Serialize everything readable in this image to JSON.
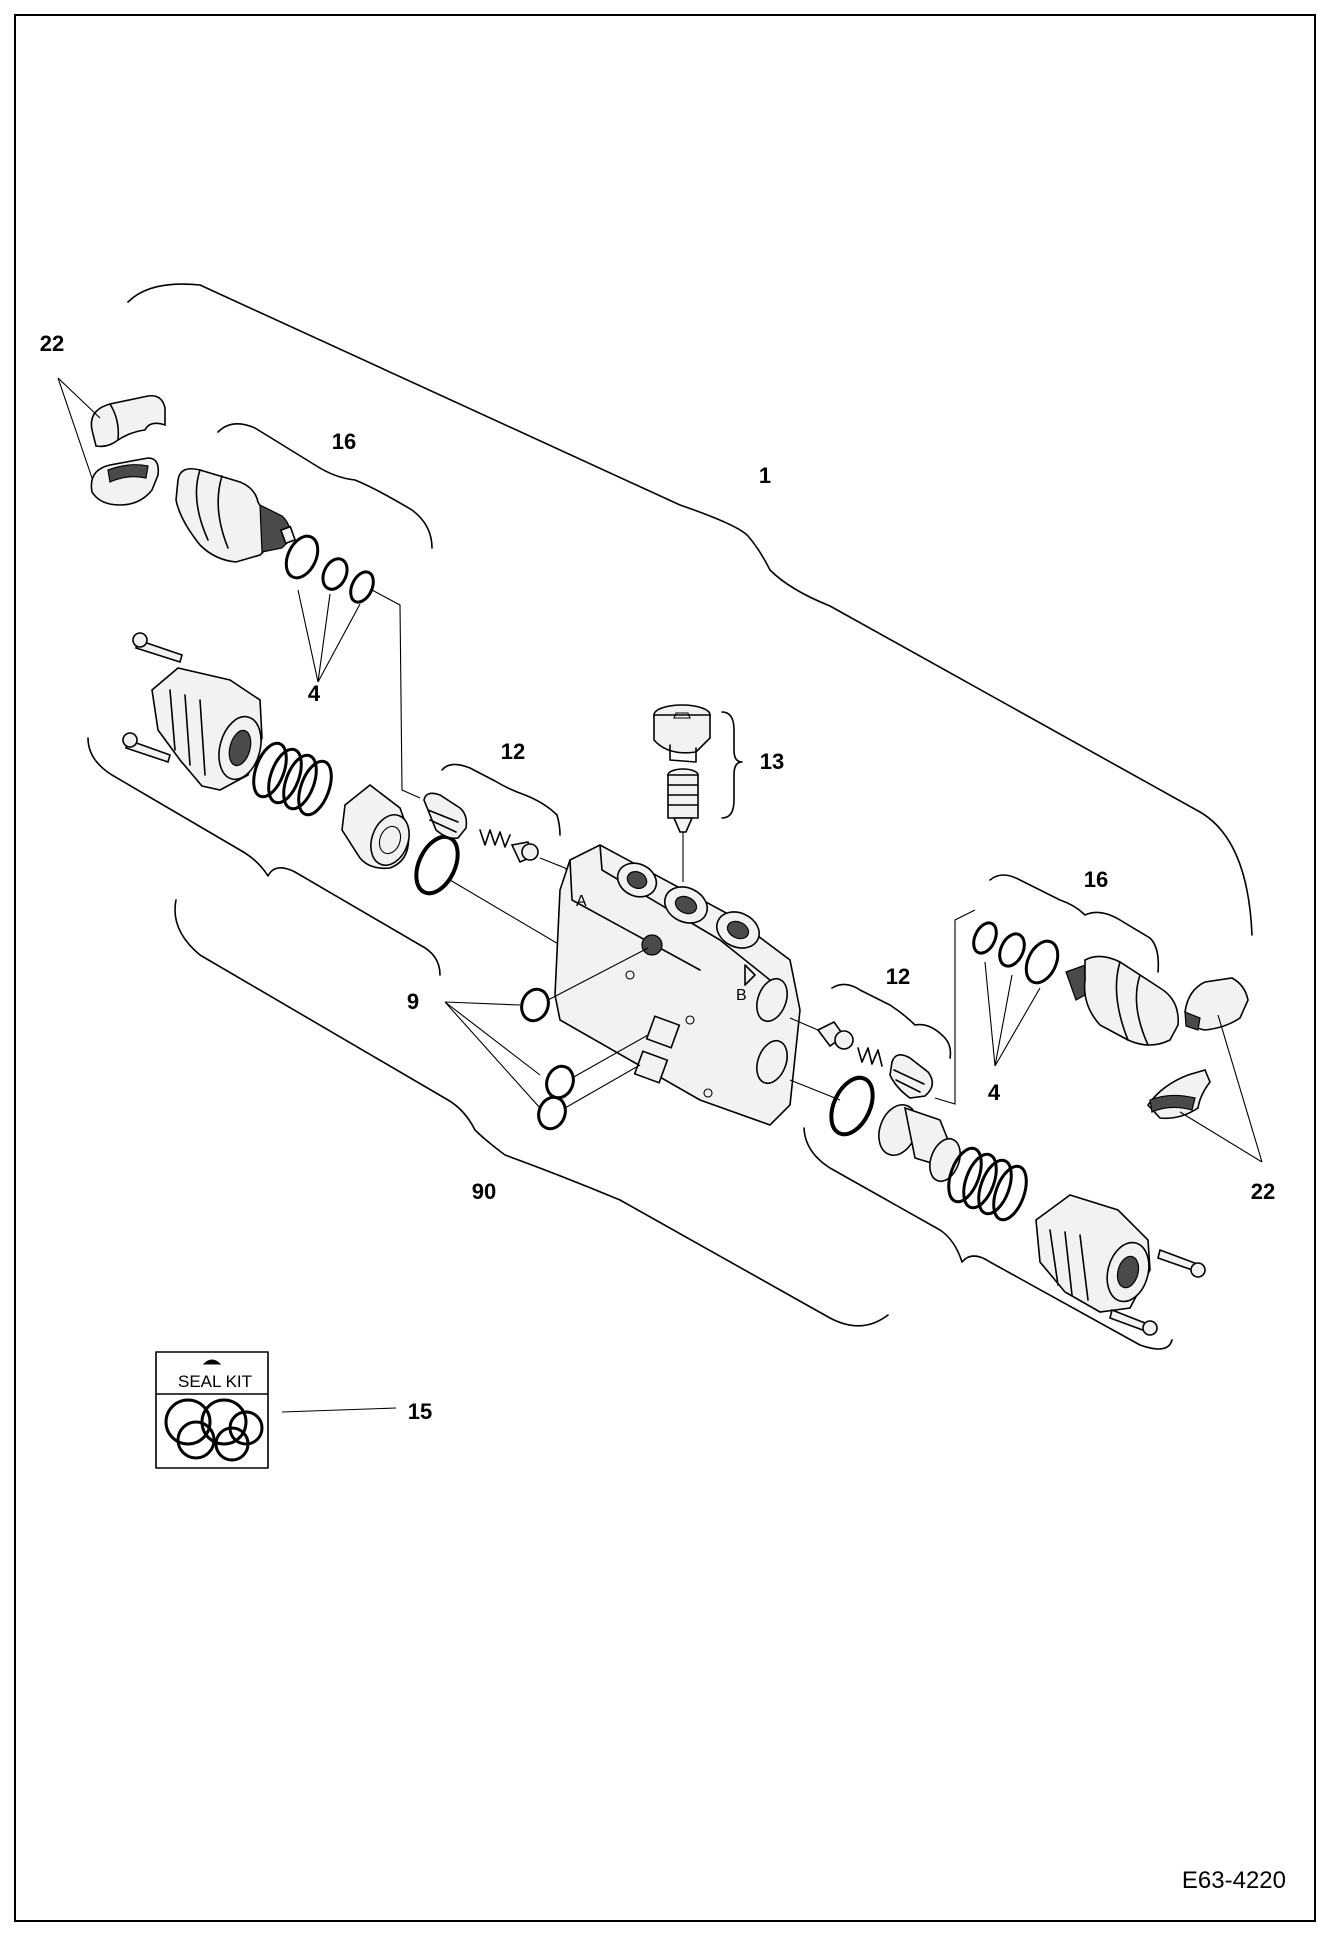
{
  "labels": {
    "l22a": "22",
    "l16a": "16",
    "l1": "1",
    "l4a": "4",
    "l12a": "12",
    "l13": "13",
    "l16b": "16",
    "l12b": "12",
    "l9": "9",
    "l4b": "4",
    "l90": "90",
    "l22b": "22",
    "l15": "15"
  },
  "seal_kit": {
    "label": "SEAL KIT"
  },
  "valve_marks": {
    "a": "A",
    "b": "B"
  },
  "drawing_number": "E63-4220"
}
